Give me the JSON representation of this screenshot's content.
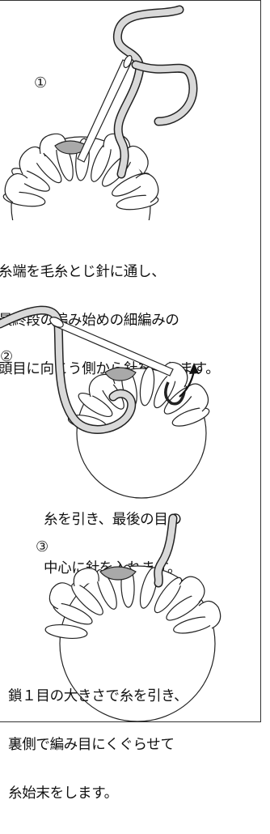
{
  "steps": [
    {
      "number": "①",
      "lines": [
        "糸端を毛糸とじ針に通し、",
        "最終段の編み始めの細編みの",
        "頭目に向こう側から針を入れます。"
      ]
    },
    {
      "number": "②",
      "lines": [
        "糸を引き、最後の目の",
        "中心に針を入れます。"
      ]
    },
    {
      "number": "③",
      "lines": [
        "鎖１目の大きさで糸を引き、",
        "裏側で編み目にくぐらせて",
        "糸始末をします。"
      ]
    }
  ],
  "colors": {
    "outline": "#222222",
    "yarn_fill": "#d9d9d9",
    "chain_fill": "#a9a9a9",
    "needle_hole": "#222222",
    "arrow": "#111111"
  },
  "icons": {
    "needle": "tapestry-needle-icon",
    "arrow": "pull-direction-arrow-icon"
  }
}
